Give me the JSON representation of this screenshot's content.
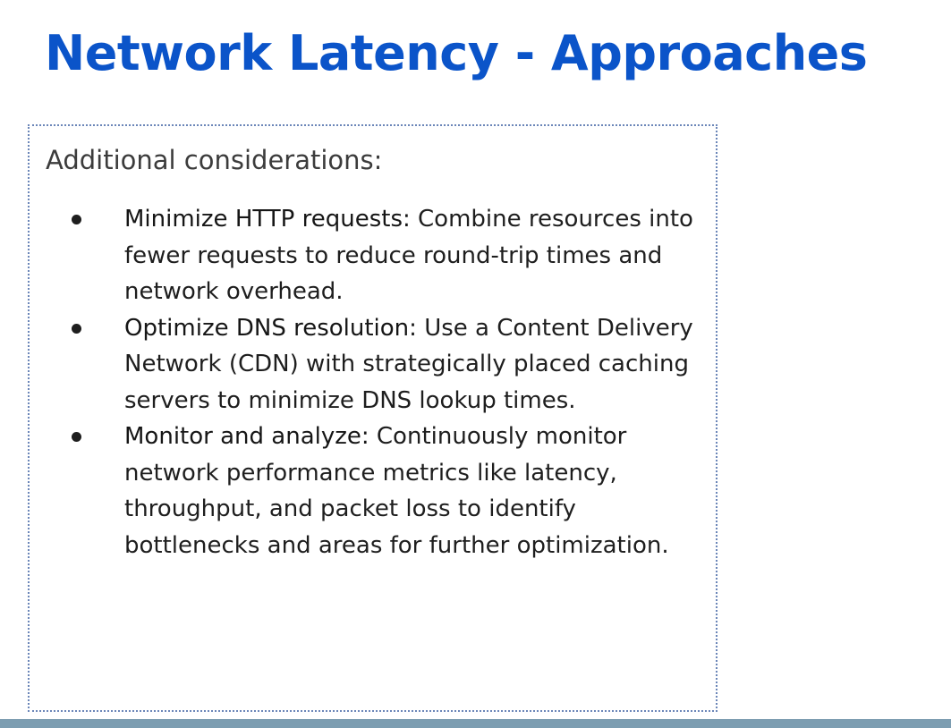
{
  "slide": {
    "title": "Network Latency - Approaches",
    "intro": "Additional considerations:",
    "bullets": [
      {
        "term": "Minimize HTTP requests:",
        "text": "Combine resources into fewer requests to reduce round-trip times and network overhead."
      },
      {
        "term": "Optimize DNS resolution:",
        "text": "Use a Content Delivery Network (CDN) with strategically placed caching servers to minimize DNS lookup times."
      },
      {
        "term": "Monitor and analyze:",
        "text": "Continuously monitor network performance metrics like latency, throughput, and packet loss to identify bottlenecks and areas for further optimization."
      }
    ]
  },
  "colors": {
    "title": "#0b54c9",
    "border": "#6b86b8",
    "bottom_bar": "#7c9db1"
  }
}
